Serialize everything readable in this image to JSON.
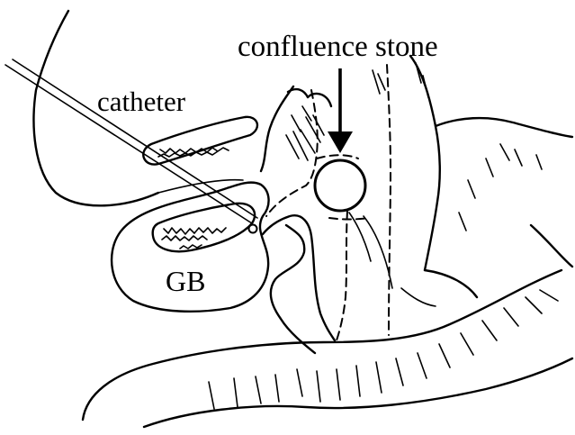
{
  "labels": {
    "confluence_stone": "confluence stone",
    "catheter": "catheter",
    "gb": "GB"
  },
  "colors": {
    "ink": "#000000",
    "background": "#ffffff"
  }
}
